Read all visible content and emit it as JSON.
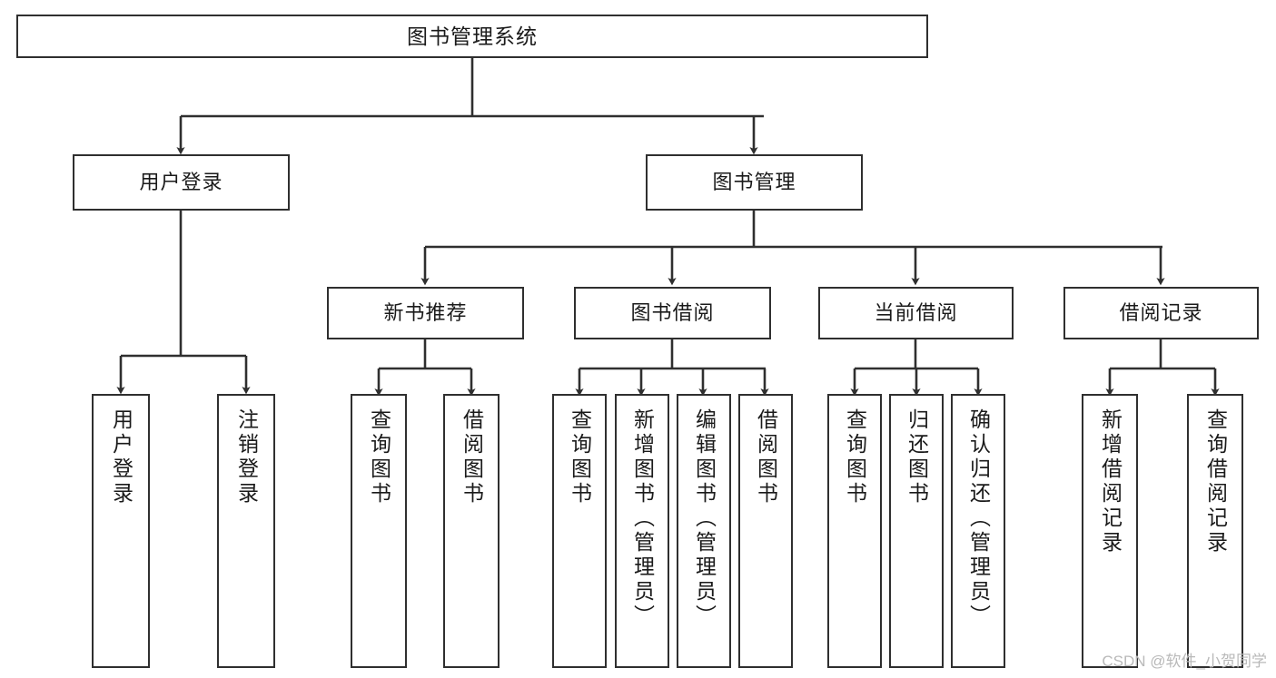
{
  "diagram": {
    "title": "图书管理系统",
    "watermark": "CSDN @软件_小贺同学",
    "colors": {
      "background": "#ffffff",
      "border": "#2f2f2f",
      "text": "#1a1a1a",
      "edge": "#2f2f2f",
      "watermark": "#b9b9b9"
    },
    "levels": {
      "root": "图书管理系统",
      "level2": [
        "用户登录",
        "图书管理"
      ],
      "level3": [
        "新书推荐",
        "图书借阅",
        "当前借阅",
        "借阅记录"
      ]
    },
    "nodes": {
      "root": {
        "label": "图书管理系统"
      },
      "user_login": {
        "label": "用户登录"
      },
      "book_manage": {
        "label": "图书管理"
      },
      "new_book_rec": {
        "label": "新书推荐"
      },
      "book_borrow": {
        "label": "图书借阅"
      },
      "current_borrow": {
        "label": "当前借阅"
      },
      "borrow_record": {
        "label": "借阅记录"
      },
      "leaf_user_login": {
        "label": "用户登录"
      },
      "leaf_logout": {
        "label": "注销登录"
      },
      "leaf_query_book_1": {
        "label": "查询图书"
      },
      "leaf_borrow_book_1": {
        "label": "借阅图书"
      },
      "leaf_query_book_2": {
        "label": "查询图书"
      },
      "leaf_add_book": {
        "label": "新增图书（管理员）"
      },
      "leaf_edit_book": {
        "label": "编辑图书（管理员）"
      },
      "leaf_borrow_book_2": {
        "label": "借阅图书"
      },
      "leaf_query_book_3": {
        "label": "查询图书"
      },
      "leaf_return_book": {
        "label": "归还图书"
      },
      "leaf_confirm_return": {
        "label": "确认归还（管理员）"
      },
      "leaf_add_record": {
        "label": "新增借阅记录"
      },
      "leaf_query_record": {
        "label": "查询借阅记录"
      }
    }
  }
}
